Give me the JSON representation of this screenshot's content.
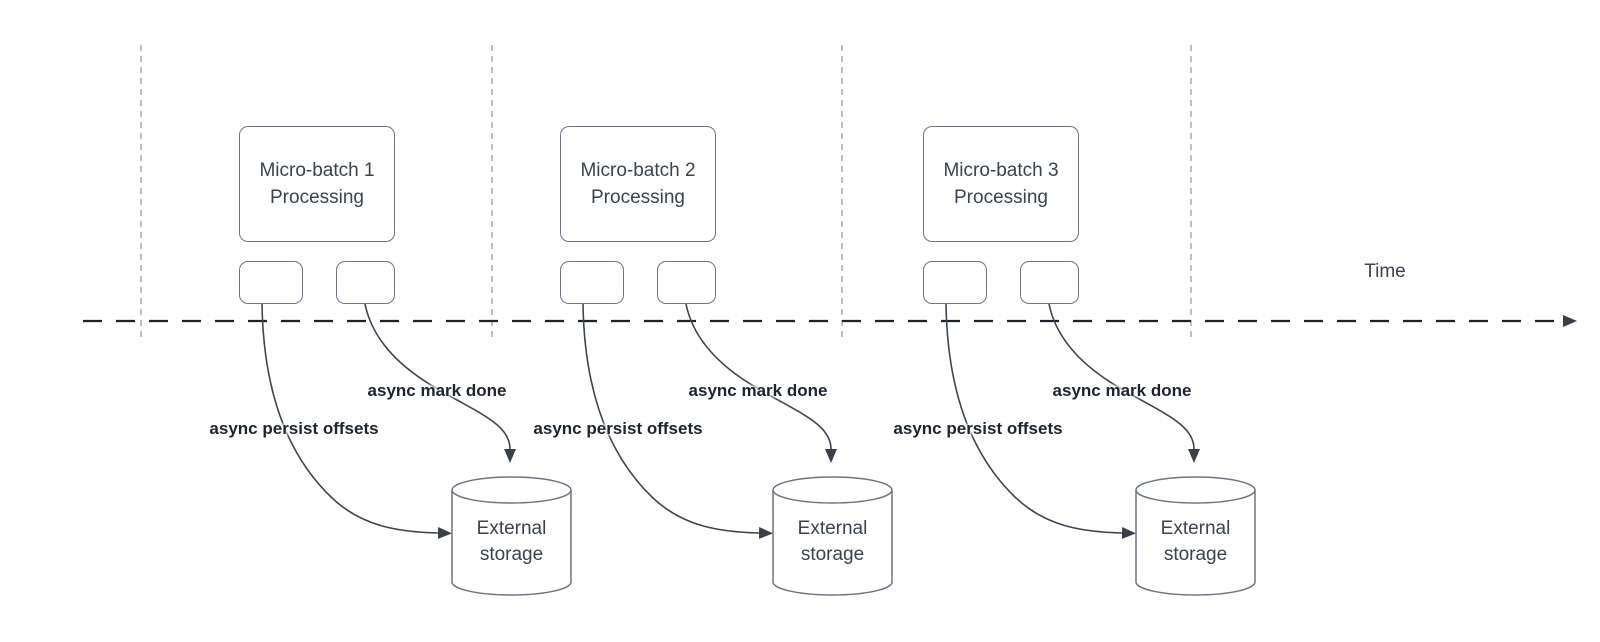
{
  "diagram": {
    "timeline_label": "Time",
    "batches": [
      {
        "name": "Micro-batch 1",
        "subtitle": "Processing",
        "persist_label": "async persist offsets",
        "mark_done_label": "async mark done",
        "storage_line1": "External",
        "storage_line2": "storage"
      },
      {
        "name": "Micro-batch 2",
        "subtitle": "Processing",
        "persist_label": "async persist offsets",
        "mark_done_label": "async mark done",
        "storage_line1": "External",
        "storage_line2": "storage"
      },
      {
        "name": "Micro-batch 3",
        "subtitle": "Processing",
        "persist_label": "async persist offsets",
        "mark_done_label": "async mark done",
        "storage_line1": "External",
        "storage_line2": "storage"
      }
    ],
    "colors": {
      "arrow_line": "#3e4651",
      "timeline_line": "#1d2128",
      "guide_line": "#aab0b6",
      "shape_border": "#6d7580",
      "shape_text": "#3a434f",
      "bold_label_text": "#1c2430",
      "background": "#ffffff"
    }
  }
}
